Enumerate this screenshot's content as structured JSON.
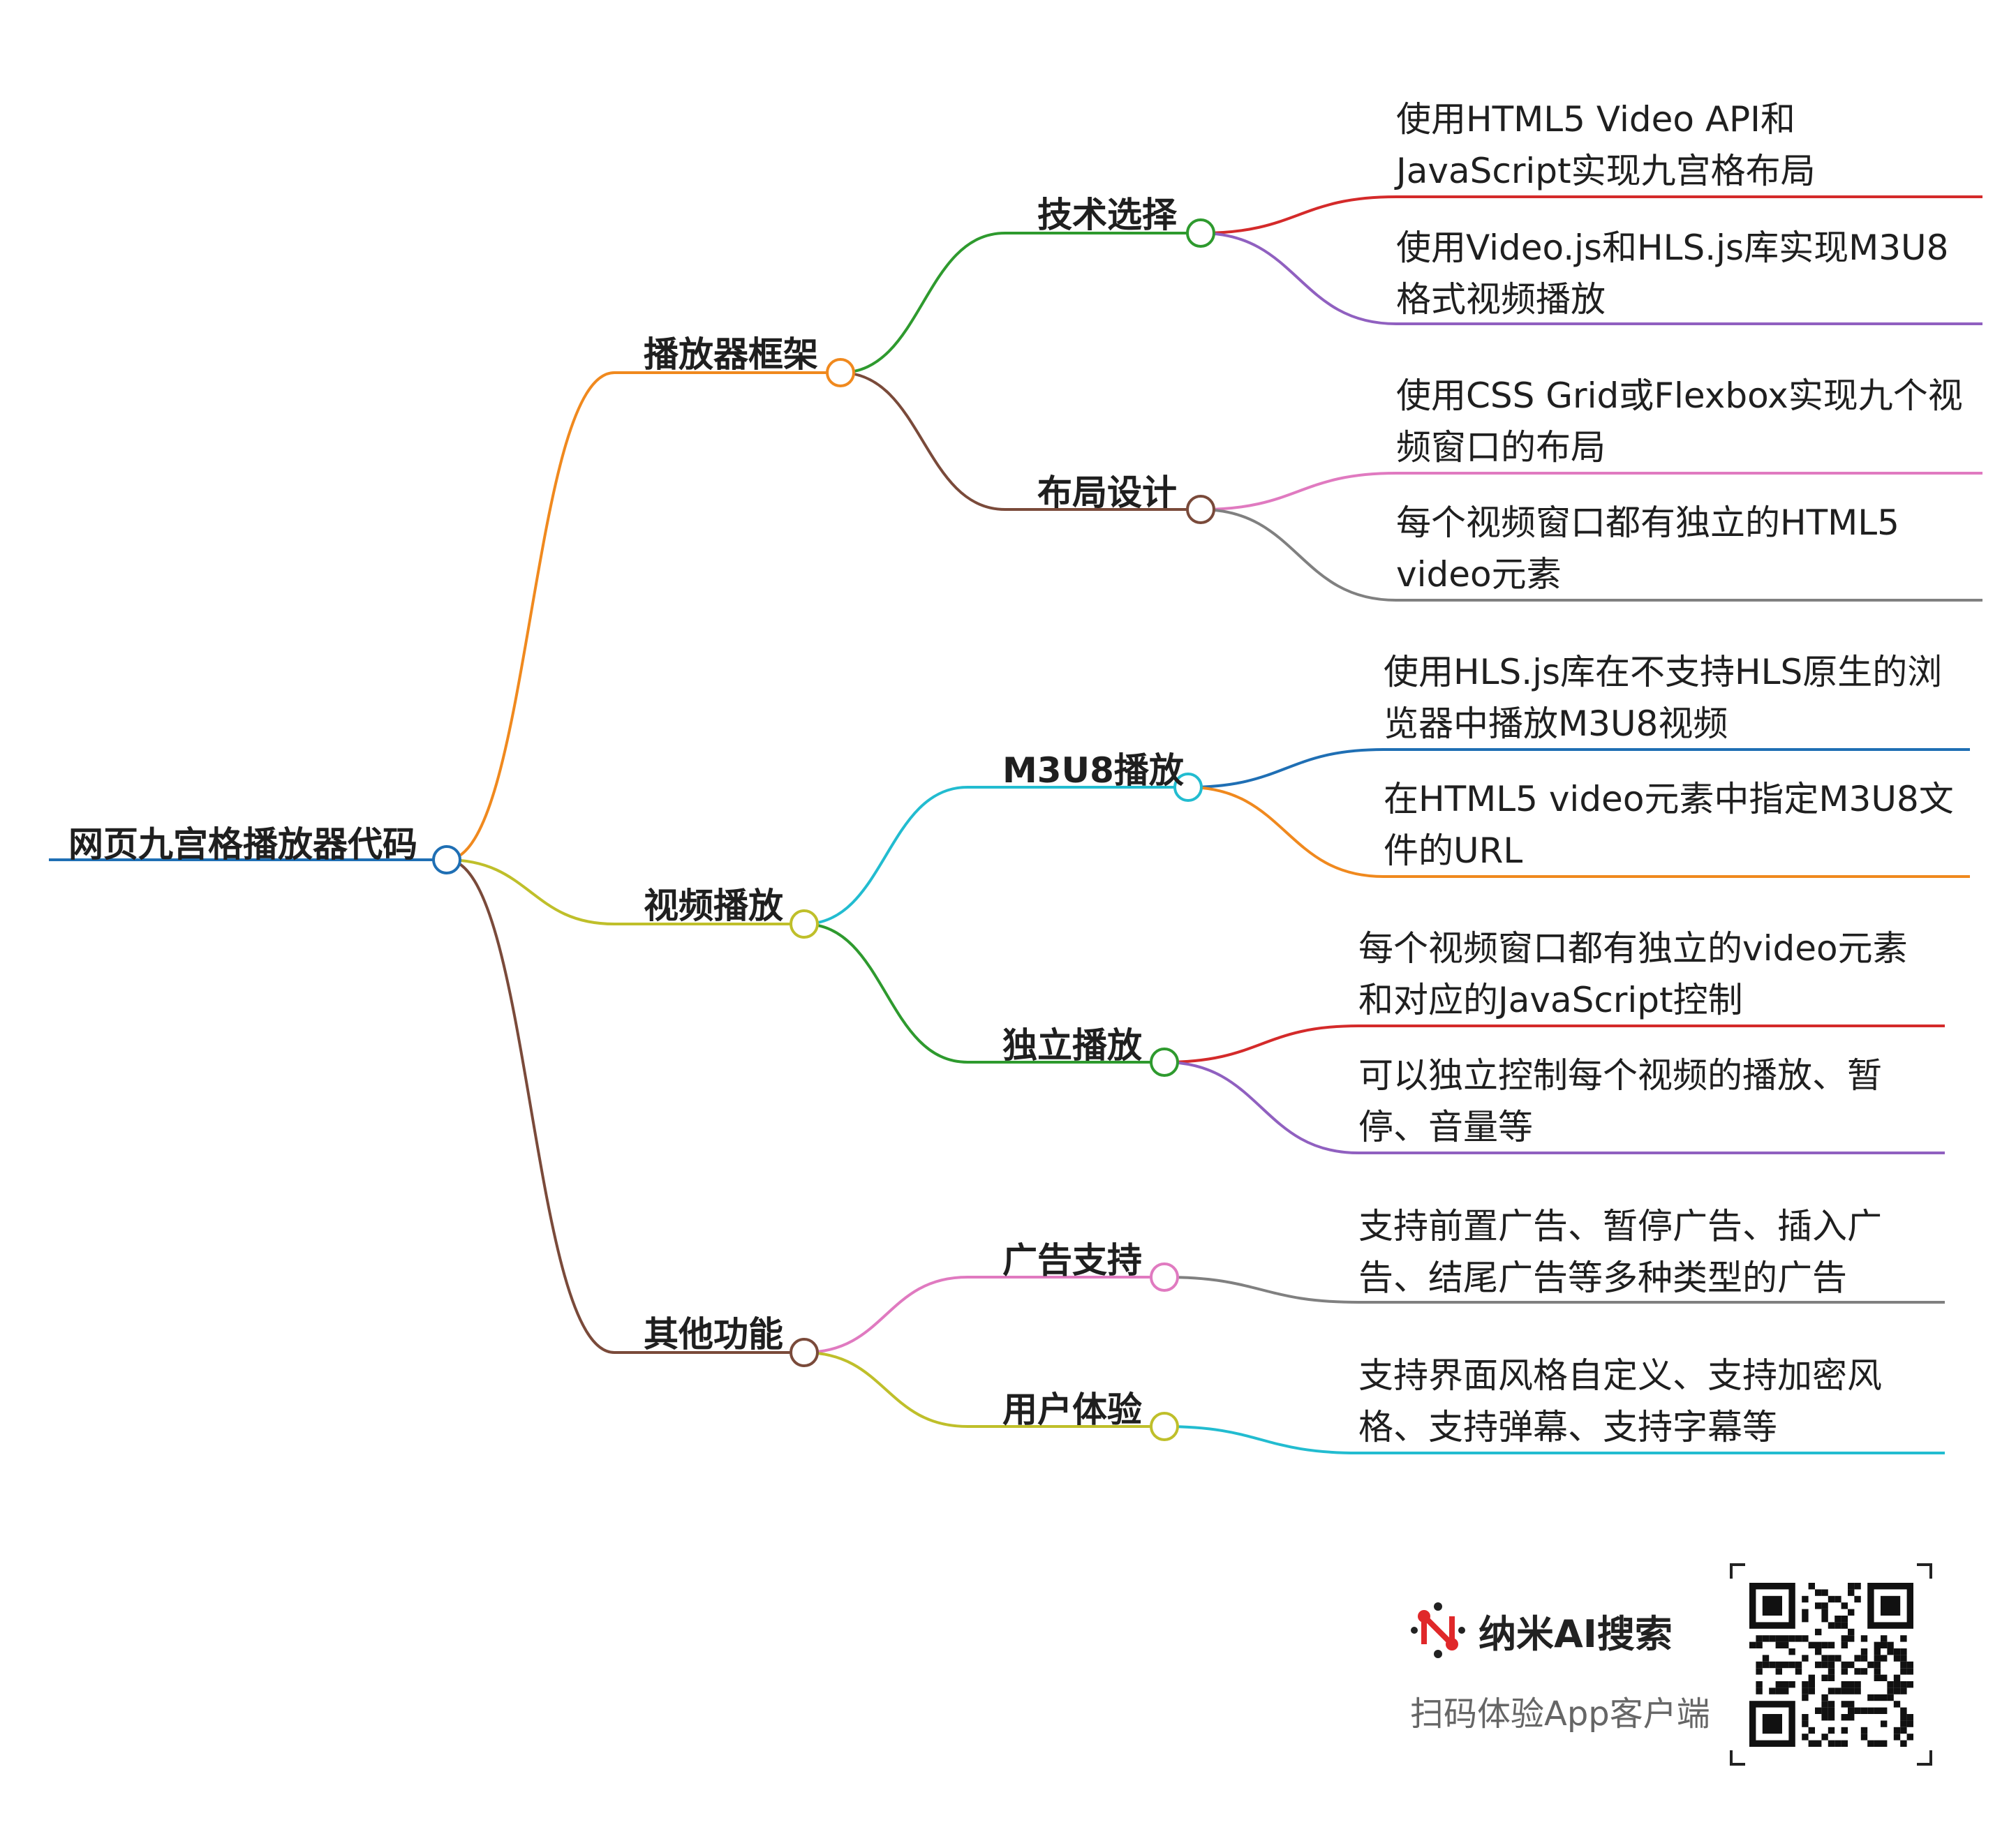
{
  "mindmap": {
    "root": "网页九宫格播放器代码",
    "branches": [
      {
        "label": "播放器框架",
        "children": [
          {
            "label": "技术选择",
            "leaves": [
              [
                "使用HTML5 Video API和",
                "JavaScript实现九宫格布局"
              ],
              [
                "使用Video.js和HLS.js库实现M3U8",
                "格式视频播放"
              ]
            ]
          },
          {
            "label": "布局设计",
            "leaves": [
              [
                "使用CSS Grid或Flexbox实现九个视",
                "频窗口的布局"
              ],
              [
                "每个视频窗口都有独立的HTML5",
                "video元素"
              ]
            ]
          }
        ]
      },
      {
        "label": "视频播放",
        "children": [
          {
            "label": "M3U8播放",
            "leaves": [
              [
                "使用HLS.js库在不支持HLS原生的浏",
                "览器中播放M3U8视频"
              ],
              [
                "在HTML5 video元素中指定M3U8文",
                "件的URL"
              ]
            ]
          },
          {
            "label": "独立播放",
            "leaves": [
              [
                "每个视频窗口都有独立的video元素",
                "和对应的JavaScript控制"
              ],
              [
                "可以独立控制每个视频的播放、暂",
                "停、音量等"
              ]
            ]
          }
        ]
      },
      {
        "label": "其他功能",
        "children": [
          {
            "label": "广告支持",
            "leaves": [
              [
                "支持前置广告、暂停广告、插入广",
                "告、结尾广告等多种类型的广告"
              ]
            ]
          },
          {
            "label": "用户体验",
            "leaves": [
              [
                "支持界面风格自定义、支持加密风",
                "格、支持弹幕、支持字幕等"
              ]
            ]
          }
        ]
      }
    ]
  },
  "colors": {
    "root": "#1f6fb4",
    "branch1": "#f0891e",
    "branch2": "#bfbf2a",
    "branch3": "#7a4a3a",
    "tech": "#2e9a2e",
    "layout": "#7a4a3a",
    "m3u8": "#22bcd0",
    "independent": "#2e9a2e",
    "ads": "#e07ac0",
    "ux": "#bfbf2a",
    "leaf_red": "#d42a2a",
    "leaf_purple": "#9060c0",
    "leaf_pink": "#e07ac0",
    "leaf_gray": "#808080",
    "leaf_blue": "#1f6fb4",
    "leaf_orange": "#f0891e",
    "leaf_cyan": "#22bcd0"
  },
  "brand": {
    "name": "纳米AI搜索",
    "subtitle": "扫码体验App客户端",
    "logo_icon": "nano-ai-logo-icon",
    "qr_icon": "qr-code-icon"
  }
}
